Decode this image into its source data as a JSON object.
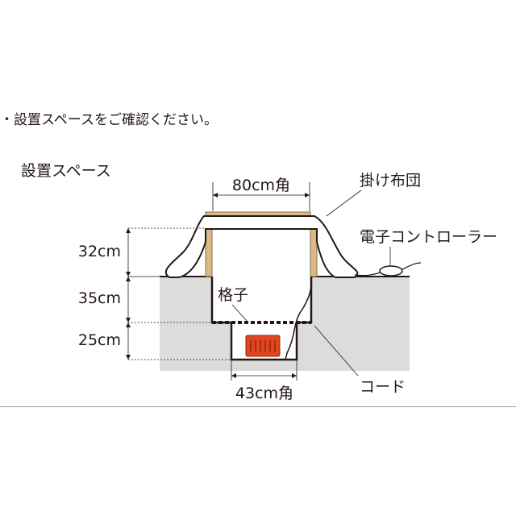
{
  "notice": "・設置スペースをご確認ください。",
  "section_title": "設置スペース",
  "dimensions": {
    "top_width": "80cm角",
    "height_upper": "32cm",
    "height_middle": "35cm",
    "height_lower": "25cm",
    "bottom_width": "43cm角"
  },
  "callouts": {
    "blanket": "掛け布団",
    "controller": "電子コントローラー",
    "grid": "格子",
    "cord": "コード"
  },
  "colors": {
    "floor": "#dcdcda",
    "frame_wood": "#d9ba87",
    "heater": "#e2461f",
    "line": "#231815"
  }
}
